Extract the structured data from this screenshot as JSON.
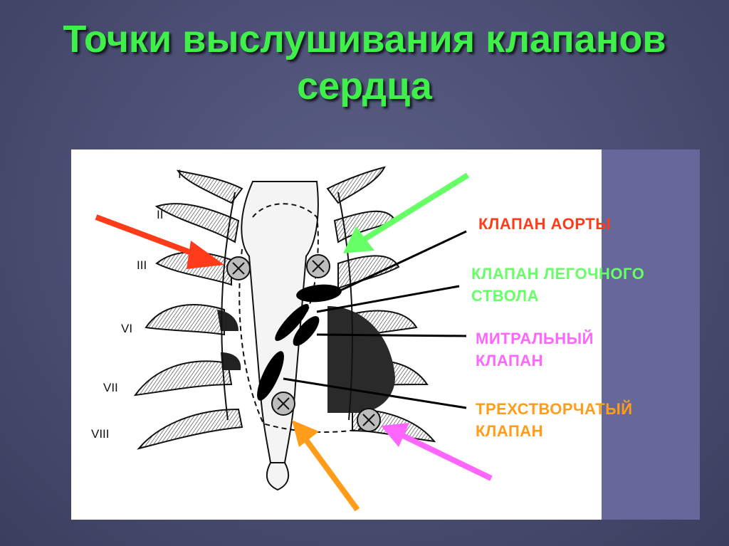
{
  "title": {
    "line1": "Точки выслушивания клапанов",
    "line2": "сердца"
  },
  "figure": {
    "roman_numerals": [
      "I",
      "II",
      "III",
      "VI",
      "VII",
      "VIII"
    ]
  },
  "labels": [
    {
      "id": "aorta",
      "lines": [
        "КЛАПАН АОРТЫ"
      ],
      "color": "#ff3b1a"
    },
    {
      "id": "pulmonary",
      "lines": [
        "КЛАПАН ЛЕГОЧНОГО",
        "СТВОЛА"
      ],
      "color": "#66ff66"
    },
    {
      "id": "mitral",
      "lines": [
        "МИТРАЛЬНЫЙ",
        "КЛАПАН"
      ],
      "color": "#ff66ff"
    },
    {
      "id": "tricuspid",
      "lines": [
        "ТРЕХСТВОРЧАТЫЙ",
        "КЛАПАН"
      ],
      "color": "#ff9d1a"
    }
  ],
  "colors": {
    "title": "#3ff04a",
    "arrow_red": "#ff3b1a",
    "arrow_green": "#66ff66",
    "arrow_orange": "#ff9d1a",
    "arrow_pink": "#ff66ff"
  }
}
